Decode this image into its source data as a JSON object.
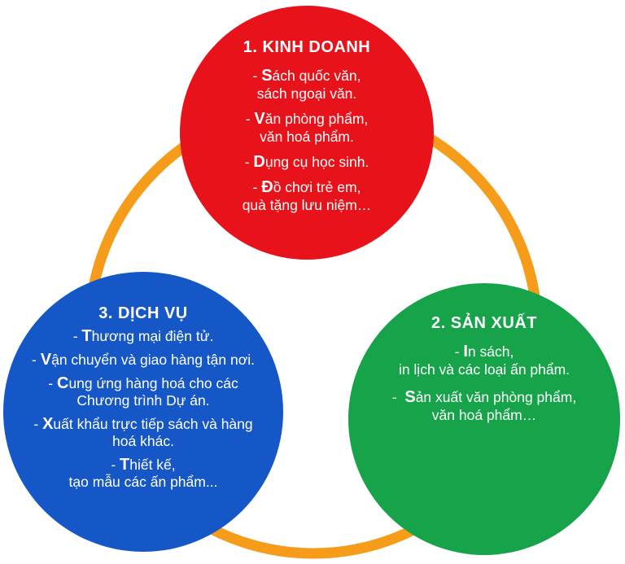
{
  "colors": {
    "ring": "#F59C1A",
    "kinh_doanh": "#E8121A",
    "san_xuat": "#17A34A",
    "dich_vu": "#1657C8",
    "text": "#FFFFFF"
  },
  "circles": [
    {
      "title": "1. KINH DOANH",
      "items": [
        {
          "initial": "S",
          "line1": "ách quốc văn,",
          "line2": "sách ngoại văn."
        },
        {
          "initial": "V",
          "line1": "ăn phòng phẩm,",
          "line2": "văn hoá phẩm."
        },
        {
          "initial": "D",
          "line1": "ụng cụ học sinh.",
          "line2": ""
        },
        {
          "initial": "Đ",
          "line1": "ồ chơi trẻ em,",
          "line2": "quà tặng lưu niệm…"
        }
      ]
    },
    {
      "title": "2. SẢN XUẤT",
      "items": [
        {
          "initial": "I",
          "line1": "n sách,",
          "line2": "in lịch và các loại ấn phẩm."
        },
        {
          "initial": "S",
          "line1": "ản xuất văn phòng phẩm,",
          "line2": "văn hoá phẩm…"
        }
      ]
    },
    {
      "title": "3. DỊCH VỤ",
      "items": [
        {
          "initial": "T",
          "line1": "hương mại điện tử.",
          "line2": ""
        },
        {
          "initial": "V",
          "line1": "ận chuyển và giao hàng tận nơi.",
          "line2": ""
        },
        {
          "initial": "C",
          "line1": "ung ứng hàng hoá cho các",
          "line2": "Chương trình Dự án."
        },
        {
          "initial": "X",
          "line1": "uất khẩu trực tiếp sách và hàng",
          "line2": "hoá khác."
        },
        {
          "initial": "T",
          "line1": "hiết kế,",
          "line2": "tạo mẫu các ấn phẩm..."
        }
      ]
    }
  ]
}
